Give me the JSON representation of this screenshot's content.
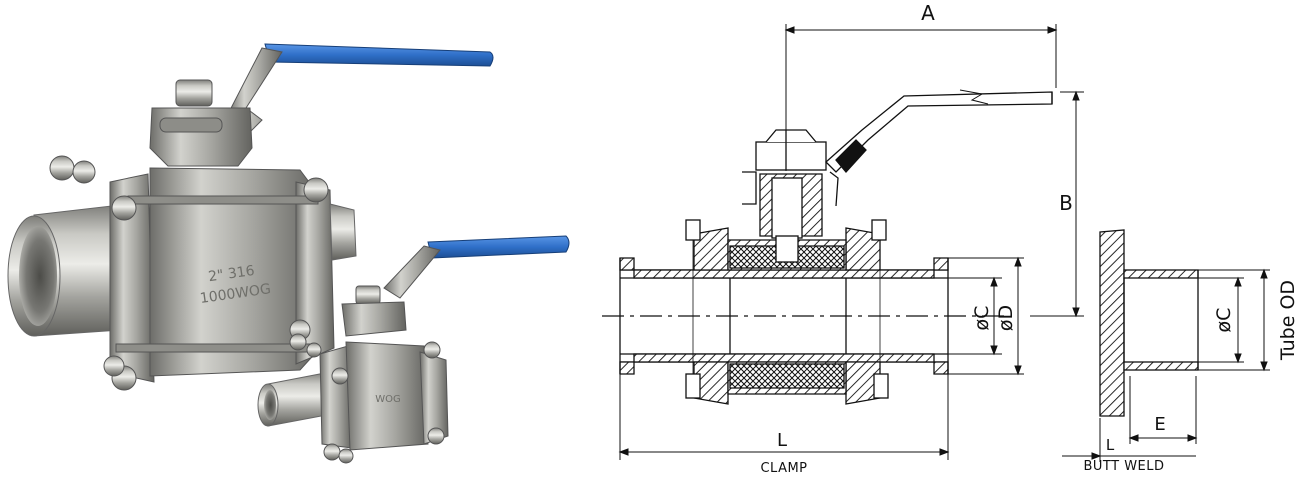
{
  "photo": {
    "large_valve": {
      "body_marking_1": "2\" 316",
      "body_marking_2": "1000WOG"
    },
    "small_valve": {
      "body_marking": "WOG"
    },
    "colors": {
      "handle": "#2f6fc8",
      "steel": "#a7a7a2"
    }
  },
  "drawing": {
    "dimensions": {
      "a": "A",
      "b": "B",
      "c_clamp": "øC",
      "d_clamp": "øD",
      "l_clamp": "L",
      "c_weld": "øC",
      "tube_od": "Tube OD",
      "e": "E",
      "l_weld": "L"
    },
    "captions": {
      "clamp": "CLAMP",
      "butt_weld": "BUTT WELD"
    }
  }
}
